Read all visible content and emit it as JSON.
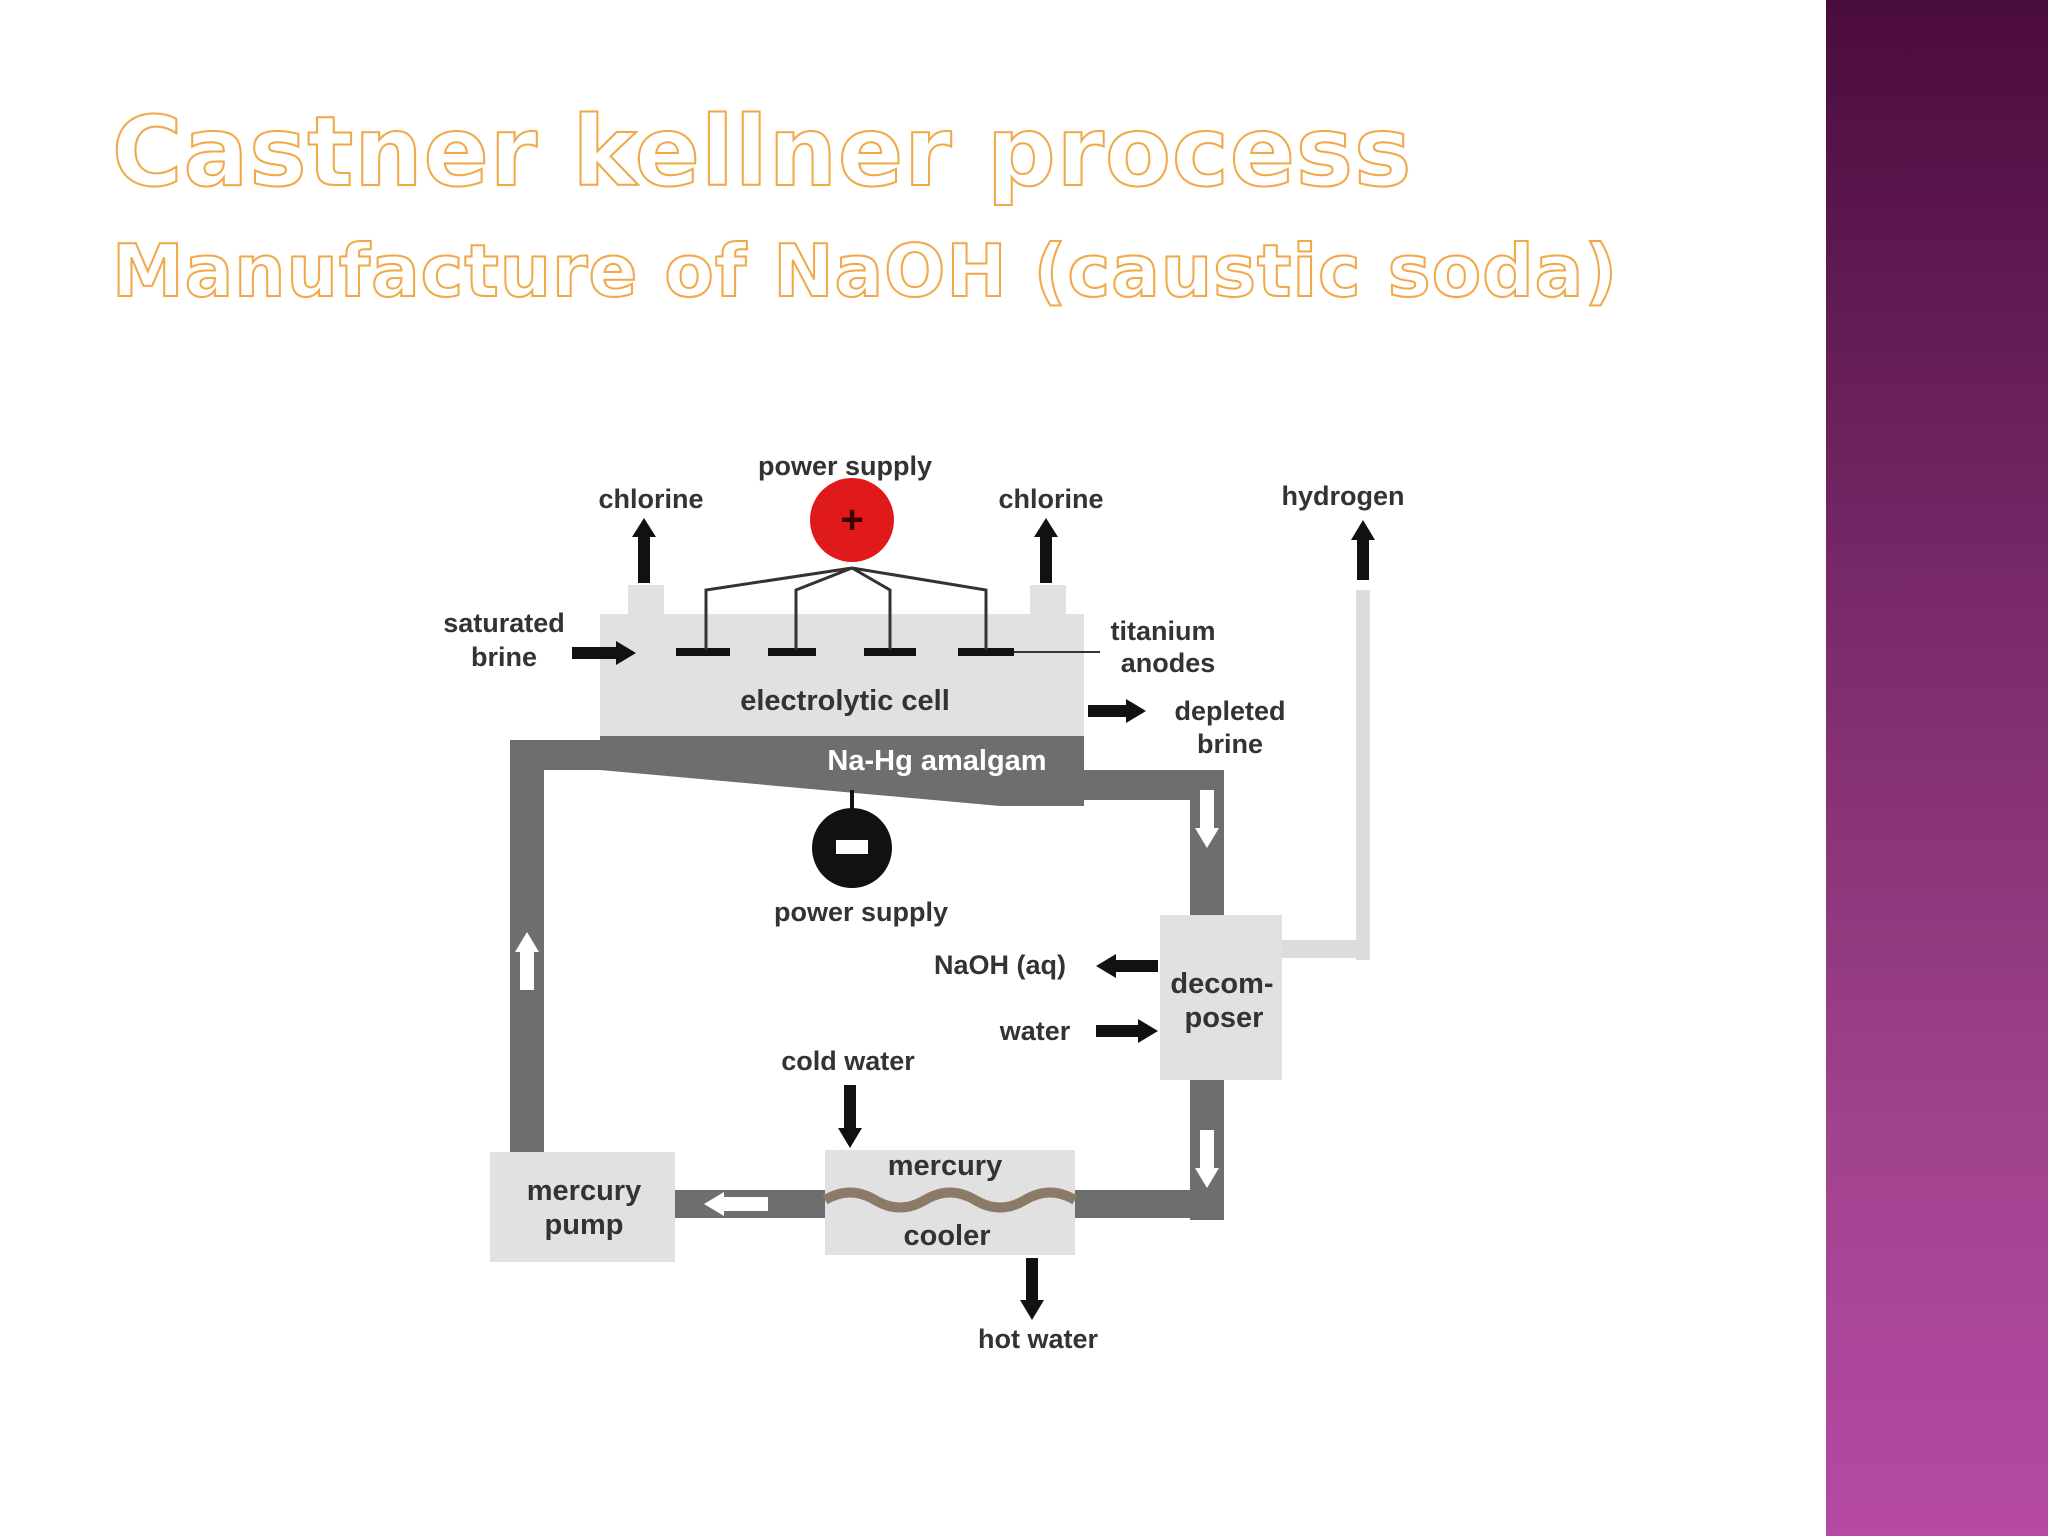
{
  "slide": {
    "title": "Castner kellner process",
    "subtitle": "Manufacture of NaOH (caustic soda)"
  },
  "diagram": {
    "power_supply_top": "power supply",
    "chlorine_left": "chlorine",
    "chlorine_right": "chlorine",
    "hydrogen": "hydrogen",
    "saturated_brine_1": "saturated",
    "saturated_brine_2": "brine",
    "titanium_anodes_1": "titanium",
    "titanium_anodes_2": "anodes",
    "electrolytic_cell": "electrolytic cell",
    "depleted_brine_1": "depleted",
    "depleted_brine_2": "brine",
    "amalgam": "Na-Hg amalgam",
    "power_supply_bottom": "power supply",
    "naoh": "NaOH (aq)",
    "water": "water",
    "decomposer_1": "decom-",
    "decomposer_2": "poser",
    "cold_water": "cold water",
    "mercury_cooler_1": "mercury",
    "mercury_cooler_2": "cooler",
    "mercury_pump_1": "mercury",
    "mercury_pump_2": "pump",
    "hot_water": "hot water",
    "positive_symbol": "+",
    "negative_symbol": "−"
  },
  "colors": {
    "title_orange": "#f0a94a",
    "sidebar_top": "#4a0c3d",
    "sidebar_bottom": "#b549a4",
    "pipe_gray": "#6e6e6e",
    "box_gray": "#e1e1e1",
    "anode_red": "#e01a1a",
    "cathode_black": "#111111"
  }
}
